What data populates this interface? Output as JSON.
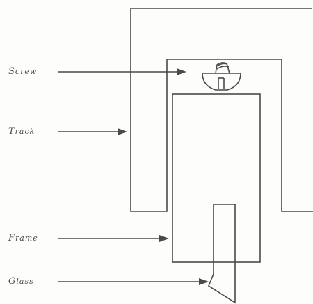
{
  "labels": {
    "screw": "Screw",
    "track": "Track",
    "frame": "Frame",
    "glass": "Glass"
  },
  "colors": {
    "ink": "#4a4a4a",
    "paper": "#fdfdfb"
  }
}
